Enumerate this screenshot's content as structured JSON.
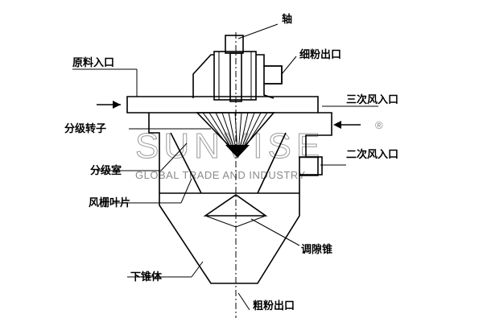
{
  "labels": {
    "shaft": "轴",
    "fine_outlet": "细粉出口",
    "raw_inlet": "原料入口",
    "tertiary_air": "三次风入口",
    "rotor": "分级转子",
    "secondary_air": "二次风入口",
    "chamber": "分级室",
    "vanes": "风栅叶片",
    "cone": "调隙锥",
    "lower_cone": "下锥体",
    "coarse_outlet": "粗粉出口"
  },
  "watermark": {
    "brand": "SUNVISE",
    "registered": "®",
    "tagline": "GLOBAL TRADE AND INDUSTRY"
  }
}
